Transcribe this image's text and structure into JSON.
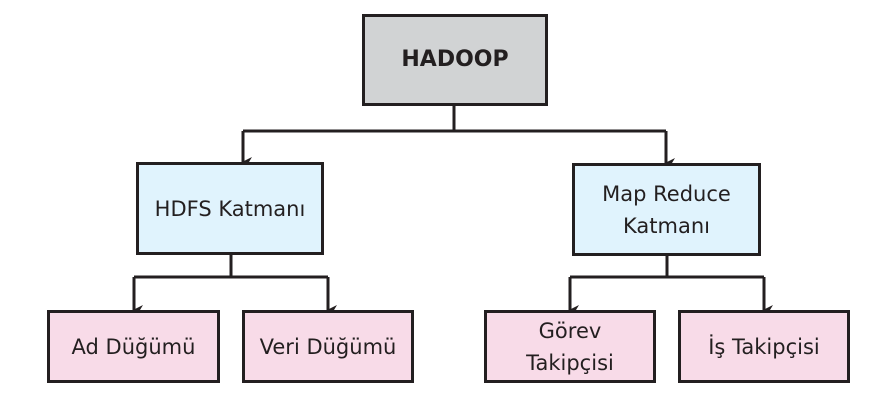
{
  "diagram": {
    "root": {
      "label": "HADOOP"
    },
    "layers": [
      {
        "label": "HDFS Katmanı",
        "children": [
          "Ad Düğümü",
          "Veri Düğümü"
        ]
      },
      {
        "label": "Map Reduce\nKatmanı",
        "children": [
          "Görev\nTakipçisi",
          "İş Takipçisi"
        ]
      }
    ],
    "colors": {
      "root_fill": "#d1d3d4",
      "layer_fill": "#e0f3fd",
      "leaf_fill": "#f8dbe8",
      "stroke": "#231f20"
    }
  }
}
